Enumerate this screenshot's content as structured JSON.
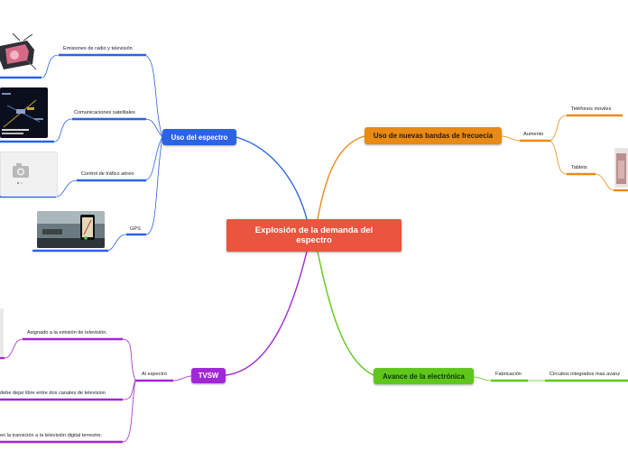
{
  "central": {
    "title": "Explosión de la demanda del espectro"
  },
  "branches": {
    "uso": {
      "label": "Uso del espectro",
      "color": "#2b63e4",
      "items": [
        {
          "label": "Emisiones de radio y televisión"
        },
        {
          "label": "Comunicaciones satelitales"
        },
        {
          "label": "Control de tráfico aéreo"
        },
        {
          "label": "GPS"
        }
      ]
    },
    "bandas": {
      "label": "Uso de nuevas bandas de frecuecia",
      "color": "#e98a14",
      "sub": "Aumento",
      "items": [
        {
          "label": "Teléfonos moviles"
        },
        {
          "label": "Tablets"
        }
      ]
    },
    "tvsw": {
      "label": "TVSW",
      "color": "#a227d6",
      "sub": "Al espectro",
      "items": [
        {
          "label": "Asignado a la emisión de televisión."
        },
        {
          "label": "debe dejar libre entre dos canales de television"
        },
        {
          "label": "en la transición a la televisión digital terrestre."
        }
      ]
    },
    "electronica": {
      "label": "Avance de la electrónica",
      "color": "#5fc71c",
      "sub": "Fabricación",
      "items": [
        {
          "label": "Circuitos integrados mas avanz"
        }
      ]
    }
  }
}
